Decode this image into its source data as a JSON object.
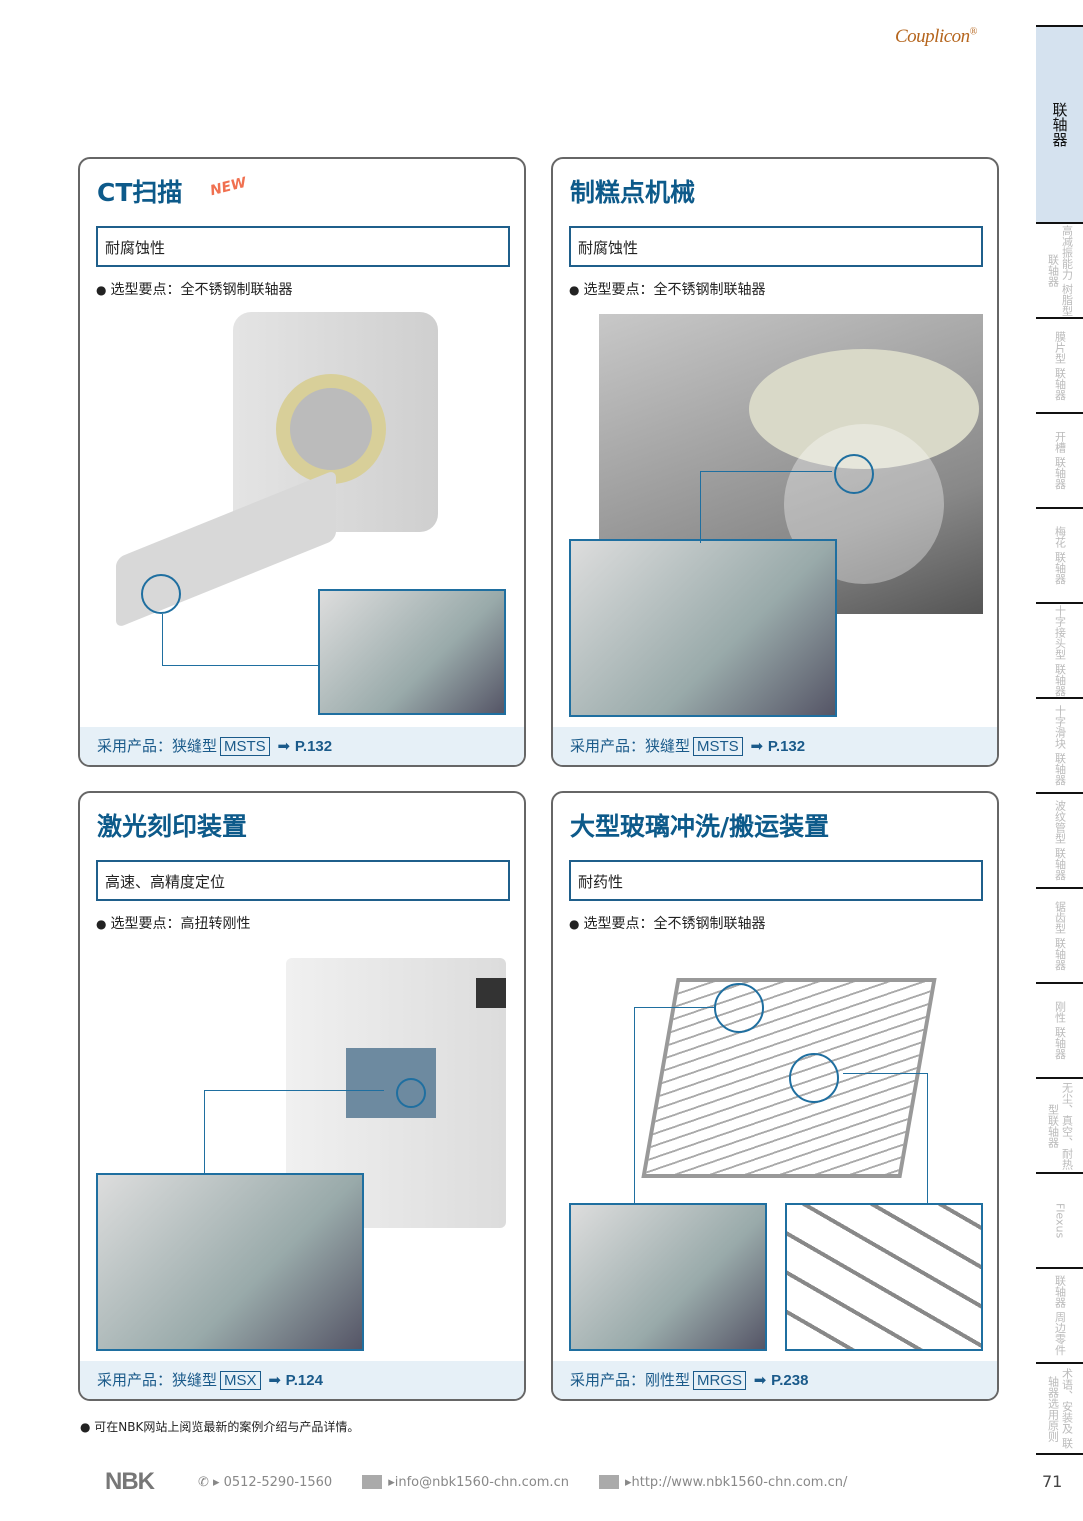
{
  "header": {
    "brand": "Couplicon",
    "brand_mark": "®"
  },
  "side_tabs": [
    {
      "label": "联轴器",
      "active": true
    },
    {
      "label": "高减振能力 树脂型联轴器"
    },
    {
      "label": "膜片型 联轴器"
    },
    {
      "label": "开槽 联轴器"
    },
    {
      "label": "梅花 联轴器"
    },
    {
      "label": "十字接头型 联轴器"
    },
    {
      "label": "十字滑块 联轴器"
    },
    {
      "label": "波纹管型 联轴器"
    },
    {
      "label": "锯齿型 联轴器"
    },
    {
      "label": "刚性 联轴器"
    },
    {
      "label": "无尘、真空、耐热型联轴器"
    },
    {
      "label": "Flexus"
    },
    {
      "label": "联轴器 周边零件"
    },
    {
      "label": "术语、安装及 联轴器选用原则"
    }
  ],
  "cards": [
    {
      "title": "CT扫描",
      "badge": "NEW",
      "feature": "耐腐蚀性",
      "point": "选型要点：全不锈钢制联轴器",
      "product_label": "采用产品：狭缝型",
      "product_code": "MSTS",
      "page": "P.132"
    },
    {
      "title": "制糕点机械",
      "feature": "耐腐蚀性",
      "point": "选型要点：全不锈钢制联轴器",
      "product_label": "采用产品：狭缝型",
      "product_code": "MSTS",
      "page": "P.132"
    },
    {
      "title": "激光刻印装置",
      "feature": "高速、高精度定位",
      "point": "选型要点：高扭转刚性",
      "product_label": "采用产品：狭缝型",
      "product_code": "MSX",
      "page": "P.124"
    },
    {
      "title": "大型玻璃冲洗/搬运装置",
      "feature": "耐药性",
      "point": "选型要点：全不锈钢制联轴器",
      "product_label": "采用产品：刚性型",
      "product_code": "MRGS",
      "page": "P.238"
    }
  ],
  "note": "可在NBK网站上阅览最新的案例介绍与产品详情。",
  "footer": {
    "logo": "NBK",
    "phone": "0512-5290-1560",
    "email": "info@nbk1560-chn.com.cn",
    "url": "http://www.nbk1560-chn.com.cn/"
  },
  "page_number": "71",
  "colors": {
    "accent": "#0d5a8a",
    "tab_active": "#d5e2ef",
    "footer_band": "#e6f0f7",
    "brand": "#b5651d"
  }
}
